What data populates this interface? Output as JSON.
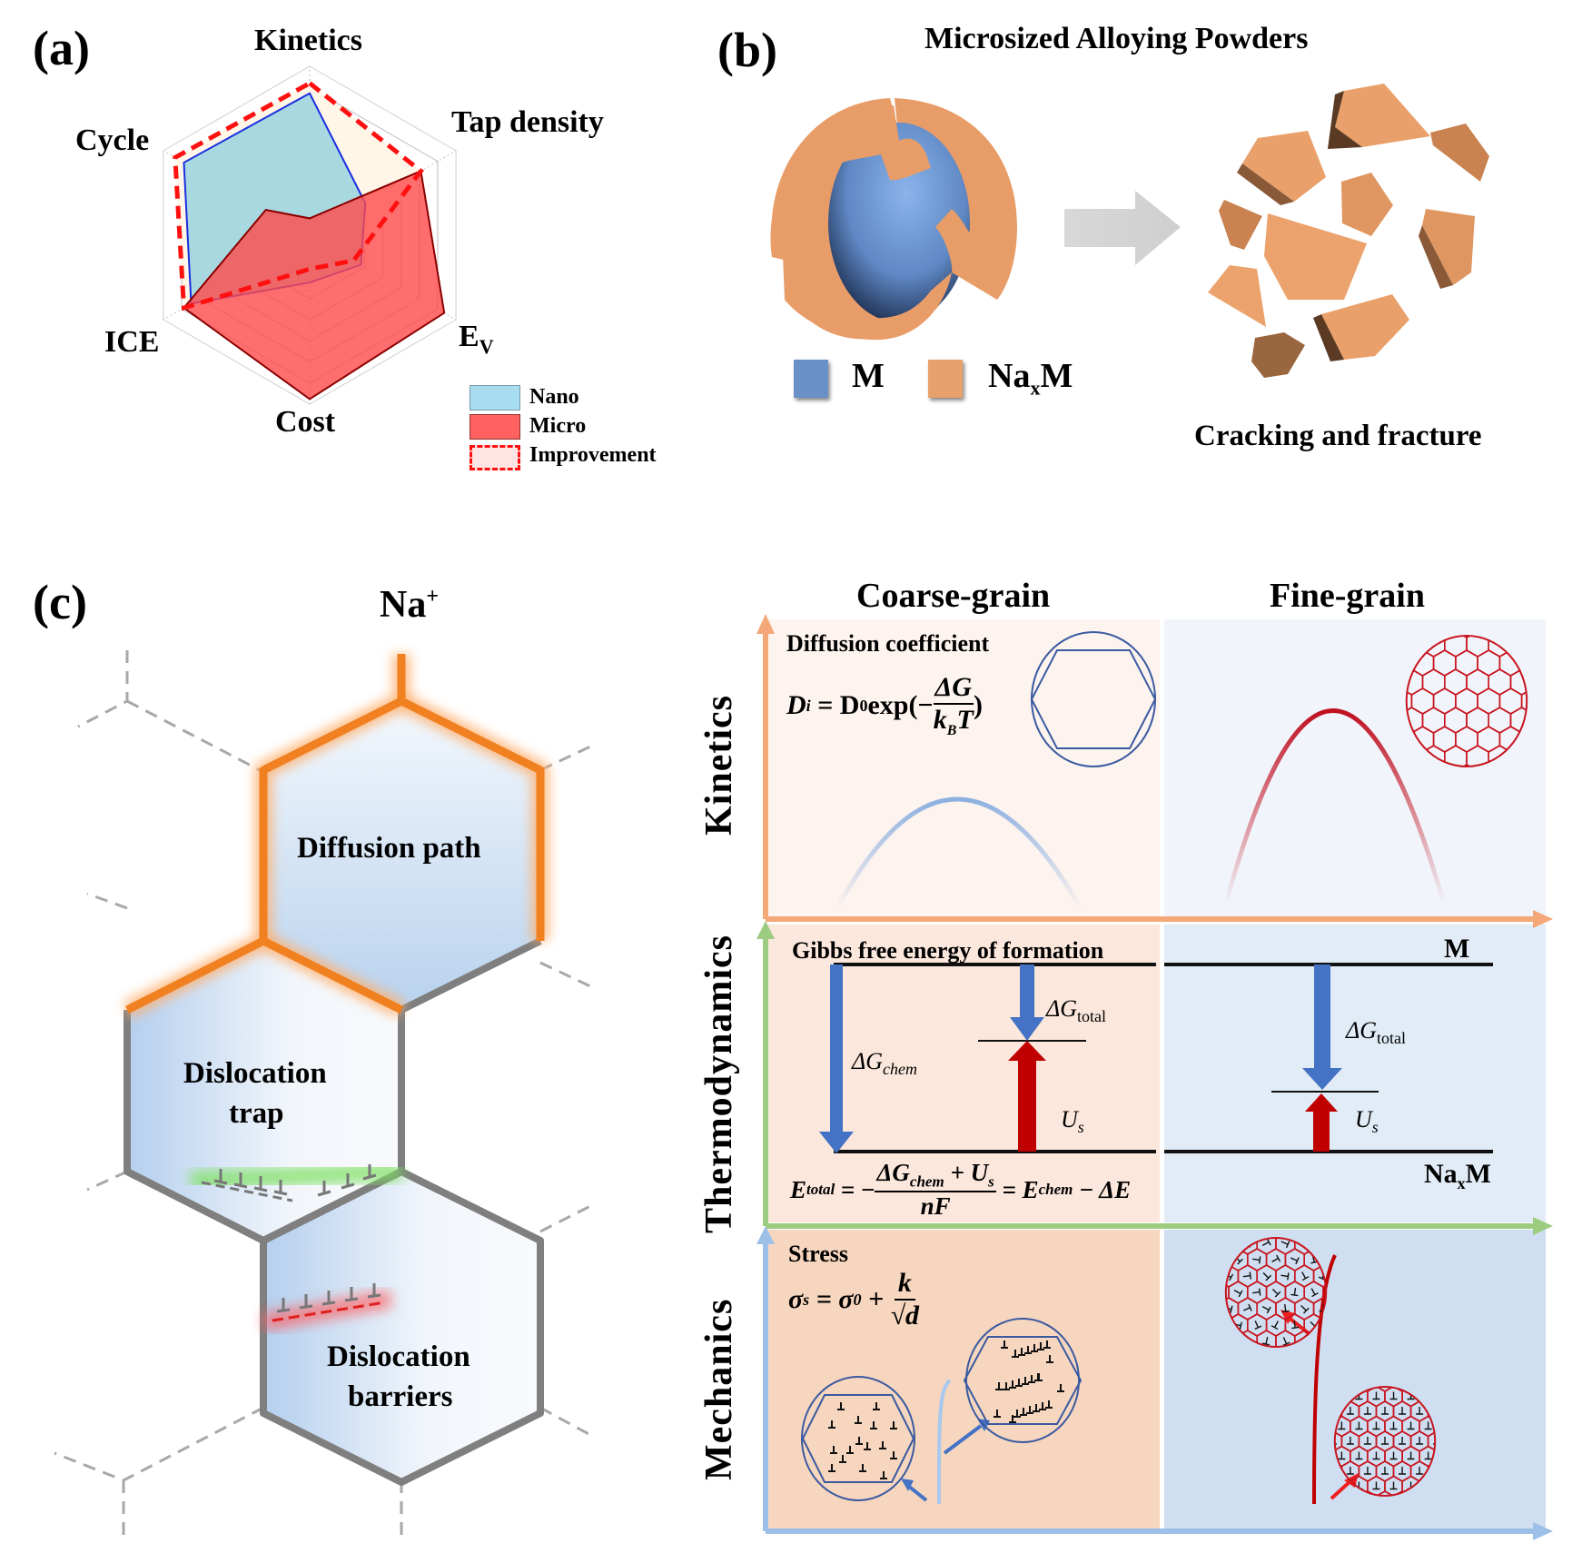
{
  "panel_a": {
    "label": "(a)",
    "legend": [
      {
        "name": "Nano",
        "color": "#a8dcf0"
      },
      {
        "name": "Micro",
        "color": "#ff6060"
      },
      {
        "name": "Improvement",
        "color": "#ffe4e4"
      }
    ]
  },
  "chart_data": {
    "type": "radar",
    "title": "",
    "axes": [
      "Kinetics",
      "Tap density",
      "Ev",
      "Cost",
      "ICE",
      "Cycle"
    ],
    "axis_labels": {
      "Kinetics": "Kinetics",
      "Tap density": "Tap density",
      "Ev": "E",
      "Ev_sub": "V",
      "Cost": "Cost",
      "ICE": "ICE",
      "Cycle": "Cycle"
    },
    "range": [
      0,
      1
    ],
    "grid_levels": 8,
    "series": [
      {
        "name": "Nano",
        "values": [
          0.84,
          0.38,
          0.35,
          0.28,
          0.81,
          0.86
        ],
        "fill": "#9fd6e0",
        "stroke": "#1a2ee0"
      },
      {
        "name": "Micro",
        "values": [
          0.1,
          0.76,
          0.92,
          0.97,
          0.86,
          0.3
        ],
        "fill": "#ff4a4a",
        "stroke": "#8b0000"
      },
      {
        "name": "Improvement",
        "values": [
          0.9,
          0.76,
          0.3,
          0.2,
          0.86,
          0.92
        ],
        "fill": "#fff6e8",
        "stroke": "#ff1010"
      }
    ]
  },
  "panel_b": {
    "label": "(b)",
    "title": "Microsized Alloying Powders",
    "caption": "Cracking and fracture",
    "legend": [
      {
        "name": "M",
        "color": "#6a90c8"
      },
      {
        "name": "Na",
        "sub": "x",
        "suffix": "M",
        "color": "#e8a06c"
      }
    ]
  },
  "panel_c": {
    "label": "(c)",
    "ion": "Na",
    "ion_sup": "+",
    "grains": {
      "diffusion": "Diffusion path",
      "trap_l1": "Dislocation",
      "trap_l2": "trap",
      "barrier_l1": "Dislocation",
      "barrier_l2": "barriers"
    }
  },
  "right": {
    "col_coarse": "Coarse-grain",
    "col_fine": "Fine-grain",
    "rows": {
      "kinetics": "Kinetics",
      "thermo": "Thermodynamics",
      "mechanics": "Mechanics"
    },
    "kinetics": {
      "title": "Diffusion coefficient",
      "eq_lhs": "D",
      "eq_lhs_sub": "i",
      "eq_mid": " = D",
      "eq_mid_sub": "0",
      "eq_exp": "exp(−",
      "eq_num": "ΔG",
      "eq_den": "k",
      "eq_den_sub": "B",
      "eq_den_t": "T",
      "eq_close": ")"
    },
    "thermo": {
      "title": "Gibbs free energy of formation",
      "top_level": "M",
      "bottom_level": "Na",
      "bottom_level_sub": "x",
      "bottom_level_suffix": "M",
      "dg_chem": "ΔG",
      "dg_chem_sub": "chem",
      "dg_total": "ΔG",
      "dg_total_sub": "total",
      "us": "U",
      "us_sub": "s",
      "eq_lhs": "E",
      "eq_lhs_sub": "total",
      "eq_eq": " = −",
      "eq_num": "ΔG",
      "eq_num_sub": "chem",
      "eq_num_plus": " + U",
      "eq_num_sub2": "s",
      "eq_den": "nF",
      "eq_rhs": " = E",
      "eq_rhs_sub": "chem",
      "eq_rhs_tail": " − ΔE"
    },
    "mechanics": {
      "title": "Stress",
      "eq_lhs": "σ",
      "eq_lhs_sub": "s",
      "eq_mid": " = σ",
      "eq_mid_sub": "0",
      "eq_plus": " + ",
      "eq_num": "k",
      "eq_den": "√d"
    },
    "colors": {
      "kinetics_axis": "#f4a878",
      "thermo_axis": "#9ccc80",
      "mechanics_axis": "#9cc0e8",
      "coarse_bg_k": "#fdf3ef",
      "fine_bg_k": "#f1f5fb",
      "coarse_bg_t": "#fbe7dc",
      "fine_bg_t": "#e2ecf7",
      "coarse_bg_m": "#f7d6bf",
      "fine_bg_m": "#cfdff1"
    }
  }
}
